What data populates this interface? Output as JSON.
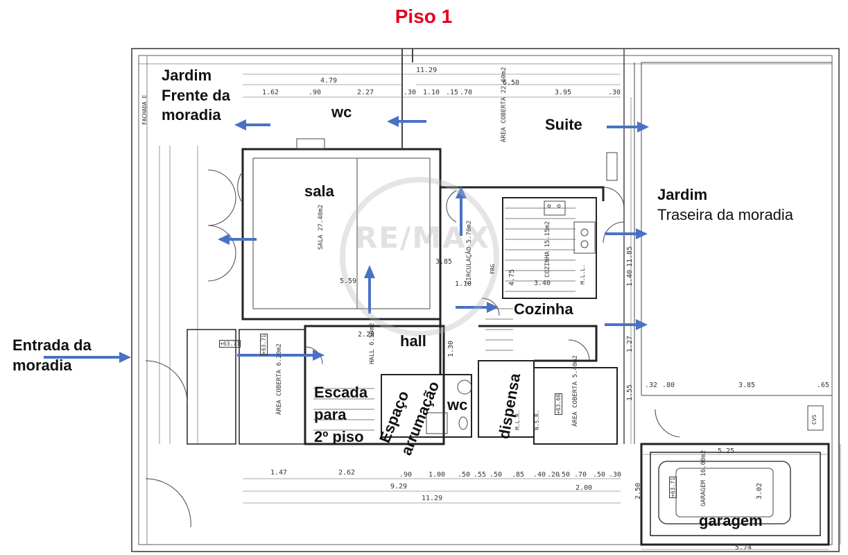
{
  "title": "Piso 1",
  "colors": {
    "title": "#e3001b",
    "arrow": "#4a72c4",
    "wall": "#222222",
    "line": "#555555"
  },
  "watermark": "RE/MAX",
  "labels": {
    "jardim_frente_1": "Jardim",
    "jardim_frente_2": "Frente da",
    "jardim_frente_3": "moradia",
    "wc_top": "wc",
    "suite": "Suite",
    "jardim_traseira_1": "Jardim",
    "jardim_traseira_2": "Traseira da moradia",
    "sala": "sala",
    "cozinha": "Cozinha",
    "entrada_1": "Entrada da",
    "entrada_2": "moradia",
    "hall": "hall",
    "escada_1": "Escada",
    "escada_2": "para",
    "escada_3": "2º piso",
    "espaco_1": "Espaço",
    "espaco_2": "arrumação",
    "wc_small": "wc",
    "dispensa": "dispensa",
    "garagem": "garagem"
  },
  "dimensions": {
    "d1129_top": "11.29",
    "d479": "4.79",
    "d650": "6.50",
    "d162": "1.62",
    "d090a": ".90",
    "d227": "2.27",
    "d030a": ".30",
    "d110": "1.10",
    "d015a": ".15",
    "d070a": ".70",
    "d395": "3.95",
    "d030b": ".30",
    "d559": "5.59",
    "d385": "3.85",
    "d110b": "1.10",
    "d220": "2.20",
    "d340": "3.40",
    "d475": "4.75",
    "d130": "1.30",
    "d147": "1.47",
    "d262": "2.62",
    "d090b": ".90",
    "d100": "1.00",
    "d050a": ".50",
    "d055": ".55",
    "d050b": ".50",
    "d085": ".85",
    "d040": ".40",
    "d020": ".20",
    "d050c": ".50",
    "d070b": ".70",
    "d050d": ".50",
    "d030c": ".30",
    "d929": "9.29",
    "d200": "2.00",
    "d1129_bot": "11.29",
    "d032": ".32",
    "d080": ".80",
    "d385b": "3.85",
    "d065": ".65",
    "d525": "5.25",
    "d574": "5.74",
    "d302": "3.02",
    "d250": "2.50",
    "d1185": "11.85",
    "d140": "1.40",
    "d127": "1.27",
    "d155": "1.55"
  },
  "room_notes": {
    "area_coberta_top_1": "ÁREA COBERTA",
    "area_coberta_top_2": "22.60m2",
    "sala_1": "SALA",
    "sala_2": "27.40m2",
    "circulacao_1": "CIRCULAÇÃO",
    "circulacao_2": "5.70m2",
    "cozinha_1": "COZINHA",
    "cozinha_2": "15.15m2",
    "hall_1": "HALL",
    "hall_2": "6.50m2",
    "area_coberta_esq_1": "ÁREA COBERTA",
    "area_coberta_esq_2": "6.20m2",
    "area_coberta_dir_1": "ÁREA COBERTA",
    "area_coberta_dir_2": "5.40m2",
    "garagem_1": "GARAGEM",
    "garagem_2": "16.00m2",
    "cota_1": "+63.71",
    "cota_2": "+63.66",
    "cota_3": "+63.71",
    "cota_4": "+63.71",
    "fachada": "FACHADA E",
    "frig": "FRG",
    "cvs": "CVS",
    "mlr": "M.L.R.",
    "nsr": "N.S.R.",
    "mll": "M.L.L."
  }
}
